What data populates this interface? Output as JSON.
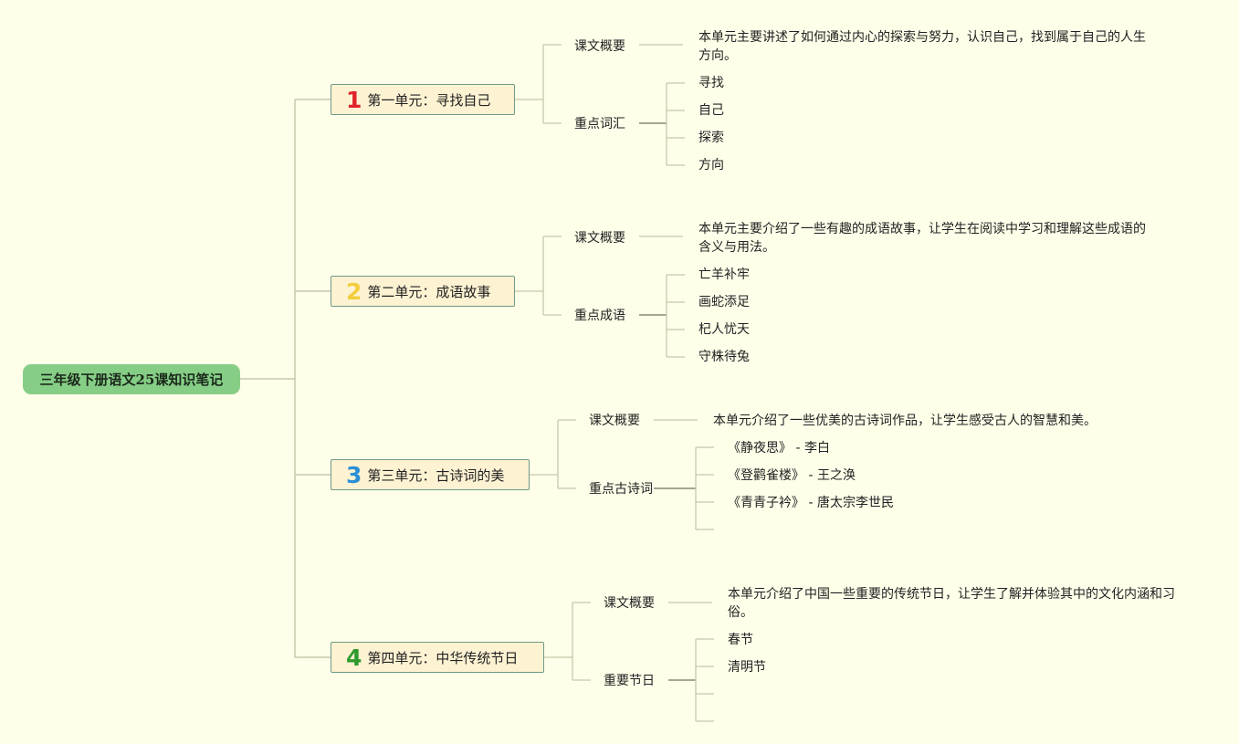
{
  "root": {
    "label": "三年级下册语文25课知识笔记"
  },
  "units": [
    {
      "num": "1",
      "color": "#e0242c",
      "title": "第一单元：寻找自己",
      "summary_label": "课文概要",
      "summary": "本单元主要讲述了如何通过内心的探索与努力，认识自己，找到属于自己的人生方向。",
      "list_label": "重点词汇",
      "items": [
        "寻找",
        "自己",
        "探索",
        "方向"
      ]
    },
    {
      "num": "2",
      "color": "#f3cd3c",
      "title": "第二单元：成语故事",
      "summary_label": "课文概要",
      "summary": "本单元主要介绍了一些有趣的成语故事，让学生在阅读中学习和理解这些成语的含义与用法。",
      "list_label": "重点成语",
      "items": [
        "亡羊补牢",
        "画蛇添足",
        "杞人忧天",
        "守株待兔"
      ]
    },
    {
      "num": "3",
      "color": "#2b8fd6",
      "title": "第三单元：古诗词的美",
      "summary_label": "课文概要",
      "summary": "本单元介绍了一些优美的古诗词作品，让学生感受古人的智慧和美。",
      "list_label": "重点古诗词",
      "items": [
        "《静夜思》 - 李白",
        "《登鹳雀楼》 - 王之涣",
        "《青青子衿》 - 唐太宗李世民",
        ""
      ]
    },
    {
      "num": "4",
      "color": "#2f9a2f",
      "title": "第四单元：中华传统节日",
      "summary_label": "课文概要",
      "summary": "本单元介绍了中国一些重要的传统节日，让学生了解并体验其中的文化内涵和习俗。",
      "list_label": "重要节日",
      "items": [
        "春节",
        "清明节",
        "",
        ""
      ]
    }
  ],
  "colors": {
    "background": "#fefee9",
    "root": "#86ce86",
    "unit_fill": "#fdf2d2",
    "unit_border": "#6f9a86",
    "connector": "#c8c8ac"
  }
}
